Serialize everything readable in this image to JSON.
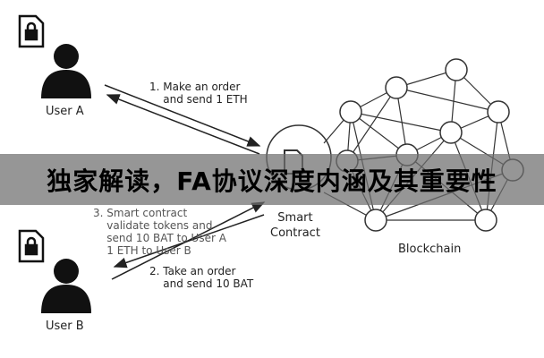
{
  "diagram": {
    "user_a": "User A",
    "user_b": "User B",
    "step1": "1. Make an order\n    and send 1 ETH",
    "step2": "2. Take an order\n    and send 10 BAT",
    "step3": "3. Smart contract\n    validate tokens and\n    send 10 BAT to User A\n    1 ETH to User B",
    "smart_contract": "Smart\nContract",
    "blockchain": "Blockchain"
  },
  "banner": {
    "title": "独家解读，FA协议深度内涵及其重要性"
  }
}
